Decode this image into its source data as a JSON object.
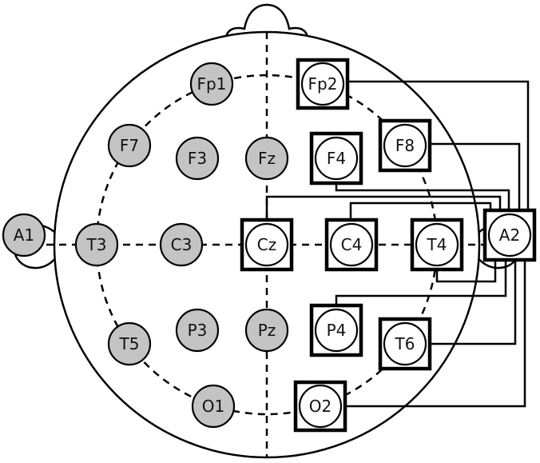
{
  "colors": {
    "stroke": "#000000",
    "grey_electrode": "#c4c4c4",
    "white_electrode": "#ffffff"
  },
  "electrodes": {
    "fp1": "Fp1",
    "fp2": "Fp2",
    "f7": "F7",
    "f3": "F3",
    "fz": "Fz",
    "f4": "F4",
    "f8": "F8",
    "a1": "A1",
    "t3": "T3",
    "c3": "C3",
    "cz": "Cz",
    "c4": "C4",
    "t4": "T4",
    "a2": "A2",
    "t5": "T5",
    "p3": "P3",
    "pz": "Pz",
    "p4": "P4",
    "t6": "T6",
    "o1": "O1",
    "o2": "O2"
  }
}
